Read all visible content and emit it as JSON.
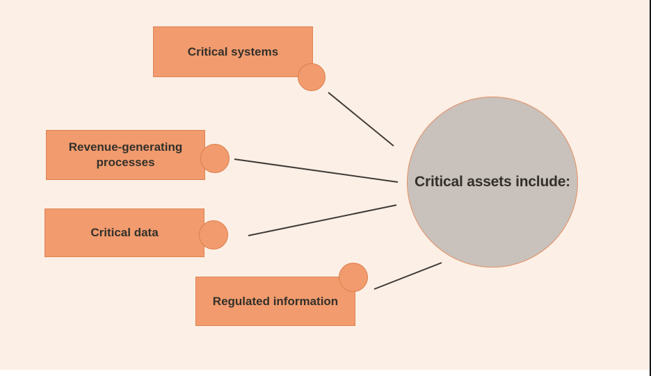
{
  "diagram": {
    "type": "spider-map",
    "center": {
      "label": "Critical assets include:"
    },
    "nodes": [
      {
        "id": "critical-systems",
        "label": "Critical systems"
      },
      {
        "id": "revenue-generating-processes",
        "label": "Revenue-generating processes"
      },
      {
        "id": "critical-data",
        "label": "Critical data"
      },
      {
        "id": "regulated-information",
        "label": "Regulated information"
      }
    ],
    "colors": {
      "background": "#fcefe6",
      "node_fill": "#f19b6e",
      "node_border": "#dd8351",
      "center_fill": "#c9c1bb",
      "center_border": "#e28f63",
      "text": "#33302a",
      "connector_line": "#3f3a35",
      "bottom_strip": "#ffffff",
      "right_edge_line": "#141414"
    }
  }
}
